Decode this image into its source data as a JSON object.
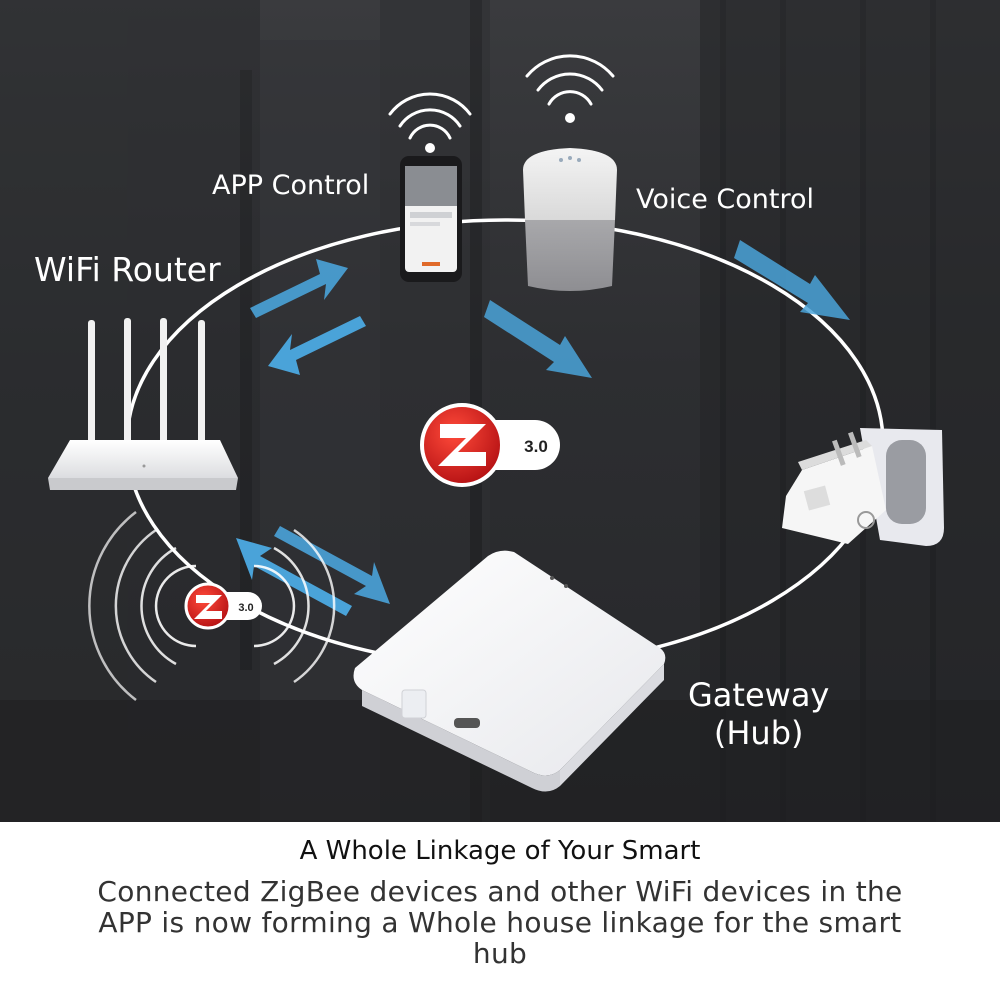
{
  "labels": {
    "app_control": "APP Control",
    "voice_control": "Voice Control",
    "wifi_router": "WiFi Router",
    "gateway_line1": "Gateway",
    "gateway_line2": "(Hub)"
  },
  "zigbee_badge": {
    "version": "3.0"
  },
  "caption": {
    "title": "A Whole Linkage of Your Smart",
    "body": "Connected ZigBee devices and other WiFi devices in the APP is now forming a Whole house linkage for the smart hub"
  },
  "colors": {
    "background_dark": "#2d2e31",
    "ring": "#ffffff",
    "arrow": "#4aa3d9",
    "zigbee_red": "#d81e1e",
    "caption_bg": "#ffffff"
  },
  "icons": [
    "wifi-signal-icon",
    "zigbee-logo-icon",
    "bidirectional-arrow-icon"
  ]
}
